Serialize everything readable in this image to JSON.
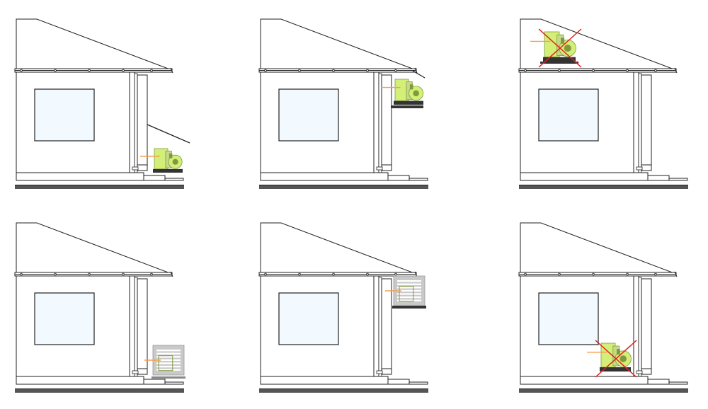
{
  "figure": {
    "panels": [
      {
        "id": "p1",
        "unit_type": "outdoor-unit",
        "placement": "ground-at-wall-corner",
        "crossed_out": false,
        "sight_line": true
      },
      {
        "id": "p2",
        "unit_type": "outdoor-unit",
        "placement": "wall-bracket-under-eaves",
        "crossed_out": false,
        "sight_line": true
      },
      {
        "id": "p3",
        "unit_type": "outdoor-unit",
        "placement": "on-roof",
        "crossed_out": true,
        "sight_line": false
      },
      {
        "id": "p4",
        "unit_type": "outdoor-unit-with-louvre-cover",
        "placement": "ground-at-wall-corner",
        "crossed_out": false,
        "sight_line": false
      },
      {
        "id": "p5",
        "unit_type": "outdoor-unit-with-louvre-cover",
        "placement": "wall-bracket-under-eaves",
        "crossed_out": false,
        "sight_line": false
      },
      {
        "id": "p6",
        "unit_type": "outdoor-unit",
        "placement": "ground-in-front-of-window",
        "crossed_out": true,
        "sight_line": false
      }
    ],
    "colors": {
      "line": "#222222",
      "window_glass": "#f2f9ff",
      "ground": "#555555",
      "unit_body": "#d4ef78",
      "unit_detail": "#7f9a3c",
      "pipe": "#f29e4c",
      "cover": "#c9c9c9",
      "cover_slat": "#ffffff",
      "cross": "#e0201f"
    }
  }
}
